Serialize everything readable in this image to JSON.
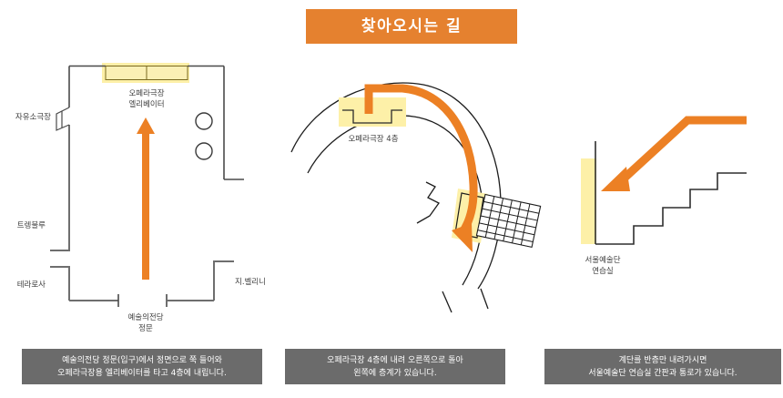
{
  "header": {
    "title": "찾아오시는 길",
    "banner_color": "#e5812f",
    "title_color": "#ffffff"
  },
  "palette": {
    "orange": "#e5812f",
    "arrow_orange": "#ec8024",
    "highlight_yellow": "#fdf0a8",
    "box_fill": "#fbf0b4",
    "box_stroke": "#b8a14a",
    "wall_dark": "#3d3d3d",
    "wall_gray": "#6e6e6e",
    "caption_bg": "#6b6b6b",
    "caption_text": "#ffffff",
    "label_text": "#3d3d3d"
  },
  "panels": [
    {
      "id": "panel-1",
      "name": "ground-floor-entrance-map",
      "labels": {
        "elevator_line1": "오페라극장",
        "elevator_line2": "엘리베이터",
        "left_theater": "자유소극장",
        "shop_trengbulu": "트렝불루",
        "shop_terarosa": "테라로사",
        "shop_bellini": "지.벨리니",
        "main_gate_line1": "예술의전당",
        "main_gate_line2": "정문"
      },
      "caption_lines": [
        "예술의전당 정문(입구)에서 정면으로 쭉 들어와",
        "오페라극장용 엘리베이터를 타고 4층에 내립니다."
      ]
    },
    {
      "id": "panel-2",
      "name": "fourth-floor-corridor-map",
      "labels": {
        "elevator_4f": "오페라극장 4층"
      },
      "caption_lines": [
        "오페라극장 4층에 내려 오른쪽으로 돌아",
        "왼쪽에 층계가 있습니다."
      ]
    },
    {
      "id": "panel-3",
      "name": "stairs-to-rehearsal-room-map",
      "labels": {
        "rehearsal_line1": "서울예술단",
        "rehearsal_line2": "연습실"
      },
      "caption_lines": [
        "계단를 반층만 내려가시면",
        "서울예술단 연습실 간판과 통로가 있습니다."
      ]
    }
  ]
}
